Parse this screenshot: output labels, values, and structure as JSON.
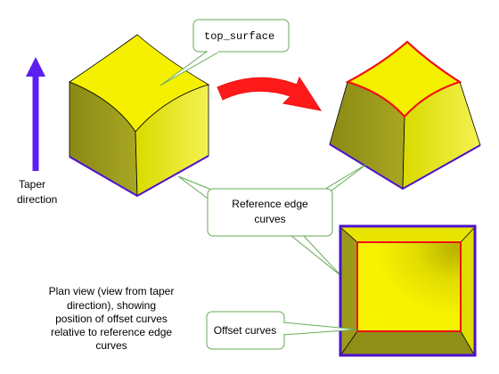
{
  "labels": {
    "top_surface": "top_surface",
    "taper_line1": "Taper",
    "taper_line2": "direction",
    "ref_line1": "Reference edge",
    "ref_line2": "curves",
    "offset": "Offset curves",
    "plan_line1": "Plan view (view from taper",
    "plan_line2": "direction), showing",
    "plan_line3": "position of offset curves",
    "plan_line4": "relative to reference edge",
    "plan_line5": "curves"
  },
  "colors": {
    "face_top": "#f5f000",
    "face_left": "#9b9a1a",
    "face_right": "#dede00",
    "taper_arrow": "#5b1ff2",
    "edge_purple": "#4b12cc",
    "offset_red": "#ee1111",
    "curved_arrow": "#ff1a1a",
    "callout_border": "#66aa55"
  }
}
